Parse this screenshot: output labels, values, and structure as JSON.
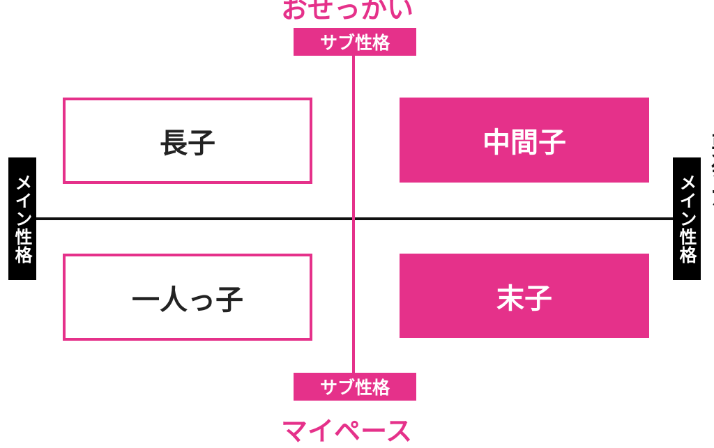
{
  "axis": {
    "top_label": "おせっかい",
    "bottom_label": "マイペース",
    "right_label": "要領がいい",
    "sub_tag_top": "サブ性格",
    "sub_tag_bottom": "サブ性格",
    "main_tag_left": "メイン性格",
    "main_tag_right": "メイン性格"
  },
  "quadrants": {
    "top_left": "長子",
    "top_right": "中間子",
    "bottom_left": "一人っ子",
    "bottom_right": "末子"
  },
  "colors": {
    "accent": "#e5318a",
    "axis": "#111111"
  }
}
